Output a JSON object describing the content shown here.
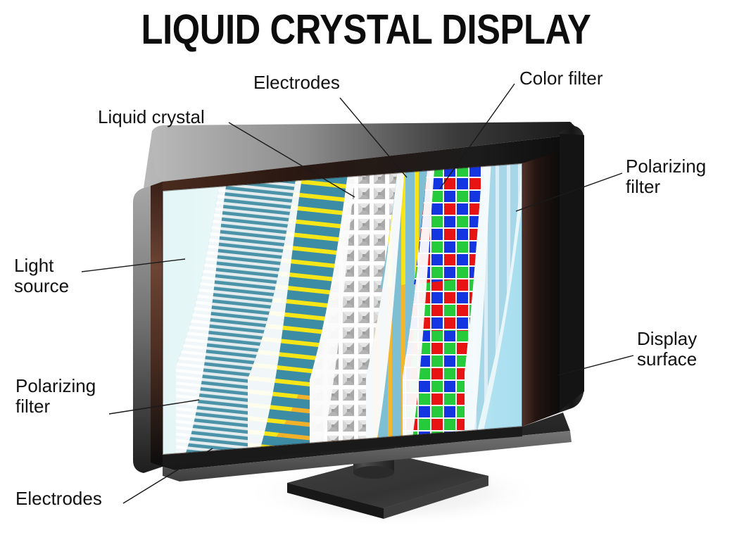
{
  "title": "LIQUID CRYSTAL DISPLAY",
  "labels": {
    "electrodes_top": "Electrodes",
    "liquid_crystal": "Liquid crystal",
    "color_filter": "Color filter",
    "polarizing_filter_right": "Polarizing\nfilter",
    "light_source": "Light\nsource",
    "display_surface": "Display\nsurface",
    "polarizing_filter_left": "Polarizing\nfilter",
    "electrodes_bottom": "Electrodes"
  },
  "diagram": {
    "device": "lcd-monitor",
    "layers": [
      {
        "name": "light-source",
        "label": "Light source",
        "color": "#e8f7f8",
        "pattern": "solid"
      },
      {
        "name": "polarizing-filter-back",
        "label": "Polarizing filter",
        "color": "#4b93a8",
        "stripe_color": "#e9eef0",
        "pattern": "horizontal-stripes"
      },
      {
        "name": "electrodes-horizontal",
        "label": "Electrodes",
        "color": "#3d8ca6",
        "stripe_color": "#f5e512",
        "pattern": "horizontal-stripes"
      },
      {
        "name": "liquid-crystal",
        "label": "Liquid crystal",
        "color": "#f2f2f2",
        "stripe_color": "#9a9a9a",
        "pattern": "grid-mesh"
      },
      {
        "name": "electrodes-vertical",
        "label": "Electrodes",
        "color": "#79b9cf",
        "stripe_color": "#f0b32e",
        "pattern": "vertical-stripes"
      },
      {
        "name": "color-filter",
        "label": "Color filter",
        "pattern": "rgb-checker",
        "colors": [
          "#e81414",
          "#26cb3c",
          "#1436e0"
        ]
      },
      {
        "name": "polarizing-filter-front",
        "label": "Polarizing filter",
        "color": "#a8d8ea",
        "stripe_color": "#ddeef7",
        "pattern": "vertical-stripes"
      },
      {
        "name": "display-surface",
        "label": "Display surface",
        "color": "#ade1f0",
        "pattern": "solid"
      }
    ],
    "colors": {
      "bezel_outer": "#9a9a9a",
      "bezel_inner": "#2a1a15",
      "bezel_top": "#c9c9c9",
      "stand": "#3a3a3a",
      "base": "#3f3f3f",
      "leader_line": "#1a1a1a",
      "background": "#ffffff"
    }
  }
}
